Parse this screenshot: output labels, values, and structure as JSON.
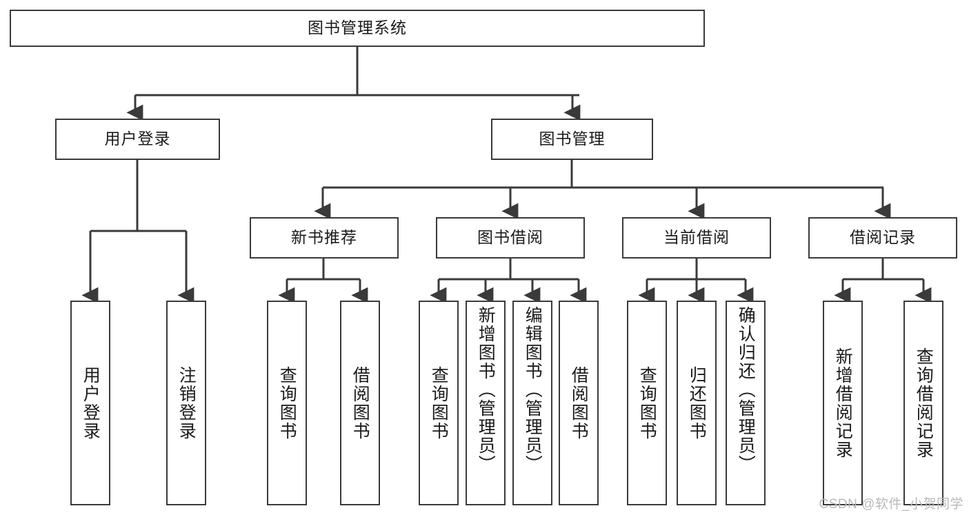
{
  "diagram": {
    "type": "hierarchy-tree",
    "title": "图书管理系统",
    "background": "#ffffff",
    "line_color": "#3a3a3a",
    "box_border_color": "#3a3a3a",
    "text_color": "#1a1a1a",
    "root": {
      "id": "root",
      "label": "图书管理系统"
    },
    "level2": [
      {
        "id": "user-login",
        "label": "用户登录"
      },
      {
        "id": "book-management",
        "label": "图书管理"
      }
    ],
    "level3": [
      {
        "id": "new-book-recommend",
        "label": "新书推荐"
      },
      {
        "id": "book-borrow",
        "label": "图书借阅"
      },
      {
        "id": "current-borrow",
        "label": "当前借阅"
      },
      {
        "id": "borrow-record",
        "label": "借阅记录"
      }
    ],
    "leaves": {
      "user_login": [
        {
          "id": "leaf-user-login",
          "label": "用户登录"
        },
        {
          "id": "leaf-logout-login",
          "label": "注销登录"
        }
      ],
      "new_book_recommend": [
        {
          "id": "leaf-query-book-1",
          "label": "查询图书"
        },
        {
          "id": "leaf-borrow-book-1",
          "label": "借阅图书"
        }
      ],
      "book_borrow": [
        {
          "id": "leaf-query-book-2",
          "label": "查询图书"
        },
        {
          "id": "leaf-add-book",
          "label": "新增图书（管理员）"
        },
        {
          "id": "leaf-edit-book",
          "label": "编辑图书（管理员）"
        },
        {
          "id": "leaf-borrow-book-2",
          "label": "借阅图书"
        }
      ],
      "current_borrow": [
        {
          "id": "leaf-query-book-3",
          "label": "查询图书"
        },
        {
          "id": "leaf-return-book",
          "label": "归还图书"
        },
        {
          "id": "leaf-confirm-return",
          "label": "确认归还（管理员）"
        }
      ],
      "borrow_record": [
        {
          "id": "leaf-add-record",
          "label": "新增借阅记录"
        },
        {
          "id": "leaf-query-record",
          "label": "查询借阅记录"
        }
      ]
    }
  },
  "watermark": {
    "text": "CSDN @软件_小贺同学"
  }
}
